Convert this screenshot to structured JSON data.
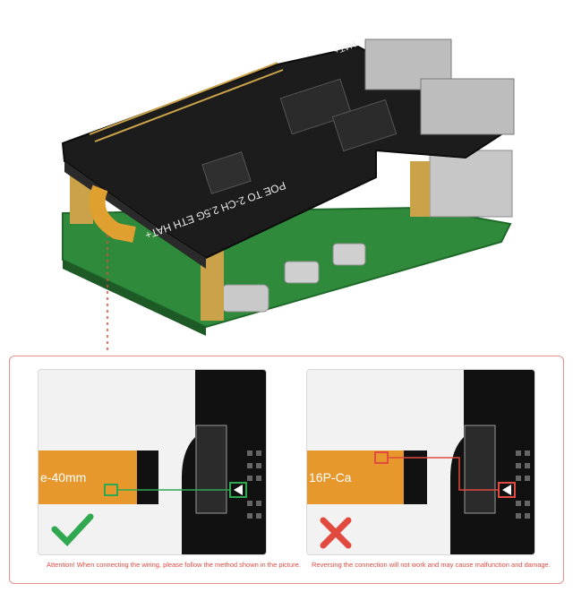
{
  "hero": {
    "hat_label": "POE TO 2-CH 2.5G ETH HAT+",
    "hat_mark": "HAT+"
  },
  "compare": {
    "correct": {
      "cable_text": "e-40mm",
      "caption": "Attention! When connecting the wiring, please follow the method shown in the picture.",
      "status_icon": "check-icon",
      "color": "#2fa84f"
    },
    "wrong": {
      "cable_text": "16P-Ca",
      "caption": "Reversing the connection will not work and may cause malfunction and damage.",
      "status_icon": "cross-icon",
      "color": "#e04a3f"
    }
  }
}
